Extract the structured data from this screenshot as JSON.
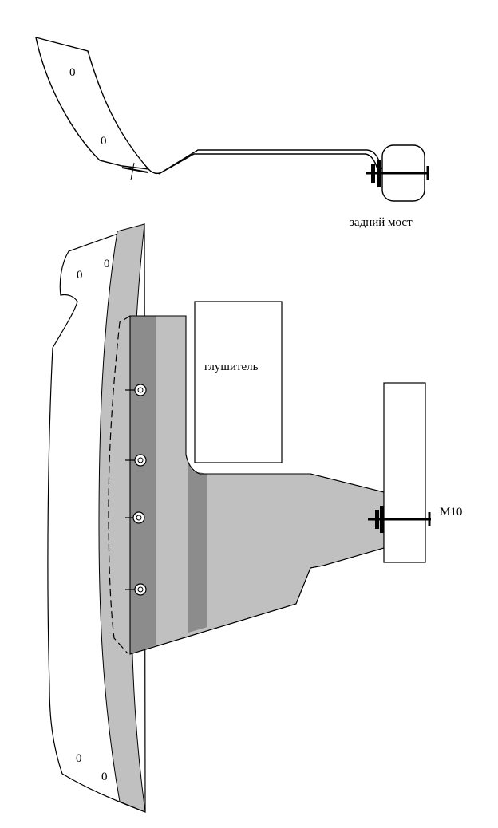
{
  "labels": {
    "rear_axle": "задний мост",
    "muffler": "глушитель",
    "bolt": "M10",
    "hole_mark": "0"
  },
  "colors": {
    "light_gray": "#c0c0c0",
    "dark_gray": "#8c8c8c",
    "ink": "#000000",
    "paper": "#ffffff"
  }
}
